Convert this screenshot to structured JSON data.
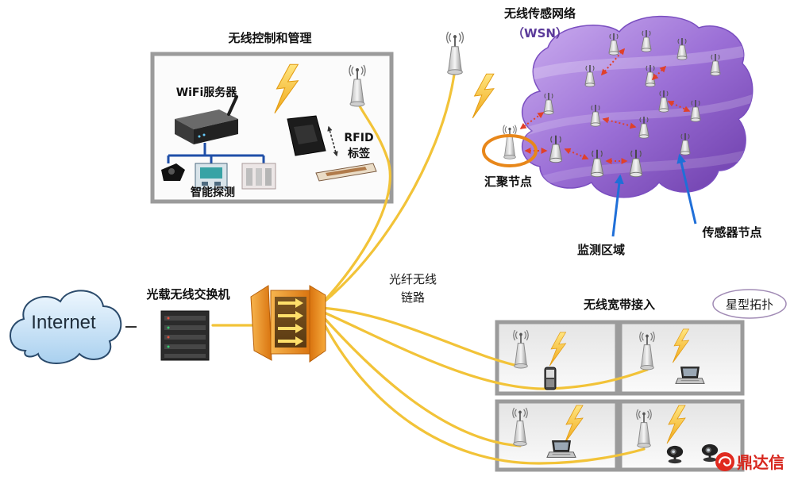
{
  "internet": {
    "label": "Internet"
  },
  "switch": {
    "label": "光载无线交换机"
  },
  "fiber_link": {
    "line1": "光纤无线",
    "line2": "链路"
  },
  "control": {
    "title": "无线控制和管理",
    "server_label": "WiFi服务器",
    "detect_label": "智能探测",
    "rfid_label": "RFID",
    "tag_label": "标签"
  },
  "wsn": {
    "title": "无线传感网络",
    "subtitle": "（WSN）",
    "sink_label": "汇聚节点",
    "area_label": "监测区域",
    "sensor_label": "传感器节点"
  },
  "access": {
    "title": "无线宽带接入",
    "topology_label": "星型拓扑",
    "panels": [
      {
        "devices": [
          "antenna-icon",
          "lightning-icon",
          "phone-icon"
        ]
      },
      {
        "devices": [
          "antenna-icon",
          "lightning-icon",
          "laptop-icon"
        ]
      },
      {
        "devices": [
          "antenna-icon",
          "lightning-icon",
          "laptop-icon"
        ]
      },
      {
        "devices": [
          "antenna-icon",
          "lightning-icon",
          "webcam-icon",
          "webcam-icon"
        ]
      }
    ]
  },
  "logo": {
    "text": "鼎达信"
  },
  "colors": {
    "fiber": "#f2c338",
    "hub_orange": "#e0861a",
    "wsn_cloud": "#9b6fd6",
    "box_border": "#9b9b9b",
    "monitor_arrow": "#1f6fd8",
    "sensor_link": "#e0402a",
    "sink_ring": "#e8871a",
    "logo_red": "#d7261d",
    "internet_cloud": "#a9d0ef"
  },
  "icons": [
    "cloud-icon",
    "switch-icon",
    "hub-icon",
    "server-icon",
    "antenna-icon",
    "lightning-icon",
    "rfid-reader-icon",
    "rfid-tag-icon",
    "sensor-node-icon",
    "laptop-icon",
    "phone-icon",
    "webcam-icon",
    "logo-icon"
  ]
}
